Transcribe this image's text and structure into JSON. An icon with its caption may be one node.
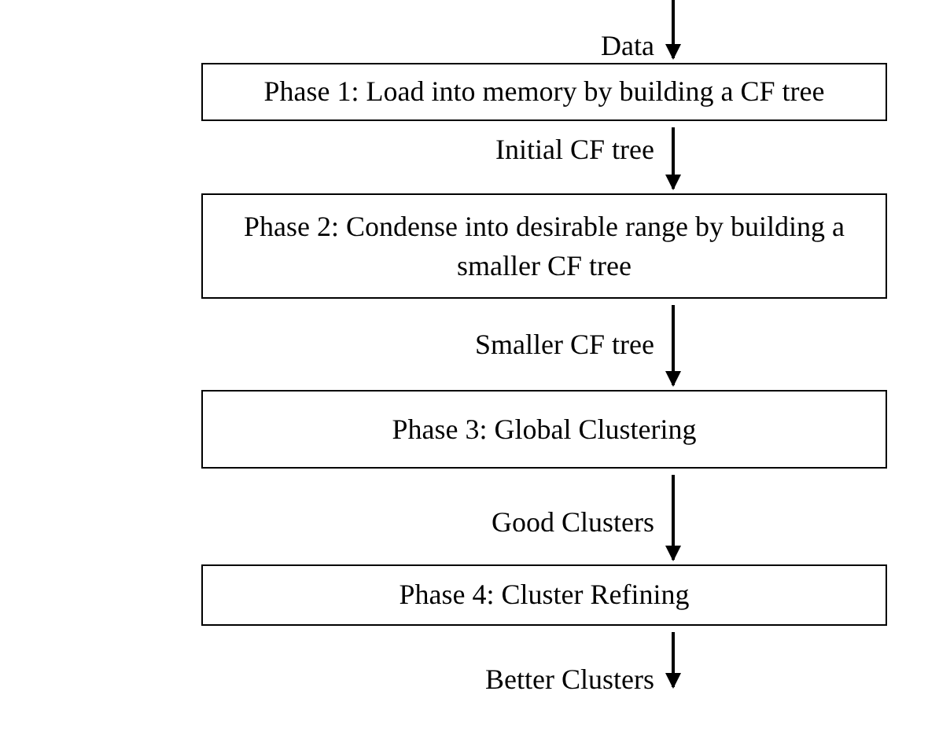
{
  "diagram": {
    "nodes": [
      {
        "text": [
          "Phase 1: Load into memory by building a CF tree"
        ]
      },
      {
        "text": [
          "Phase 2: Condense into desirable range by building a smaller CF tree"
        ]
      },
      {
        "text": [
          "Phase 3: Global Clustering"
        ]
      },
      {
        "text": [
          "Phase 4: Cluster Refining"
        ]
      }
    ],
    "edges": [
      {
        "from": null,
        "to": 0,
        "arrow": "to",
        "label": "Data"
      },
      {
        "from": 0,
        "to": 1,
        "arrow": "to",
        "label": "Initial CF tree"
      },
      {
        "from": 1,
        "to": 2,
        "arrow": "to",
        "label": "Smaller CF tree"
      },
      {
        "from": 2,
        "to": 3,
        "arrow": "to",
        "label": "Good Clusters"
      },
      {
        "from": 3,
        "to": null,
        "arrow": "to",
        "label": "Better Clusters"
      }
    ]
  }
}
